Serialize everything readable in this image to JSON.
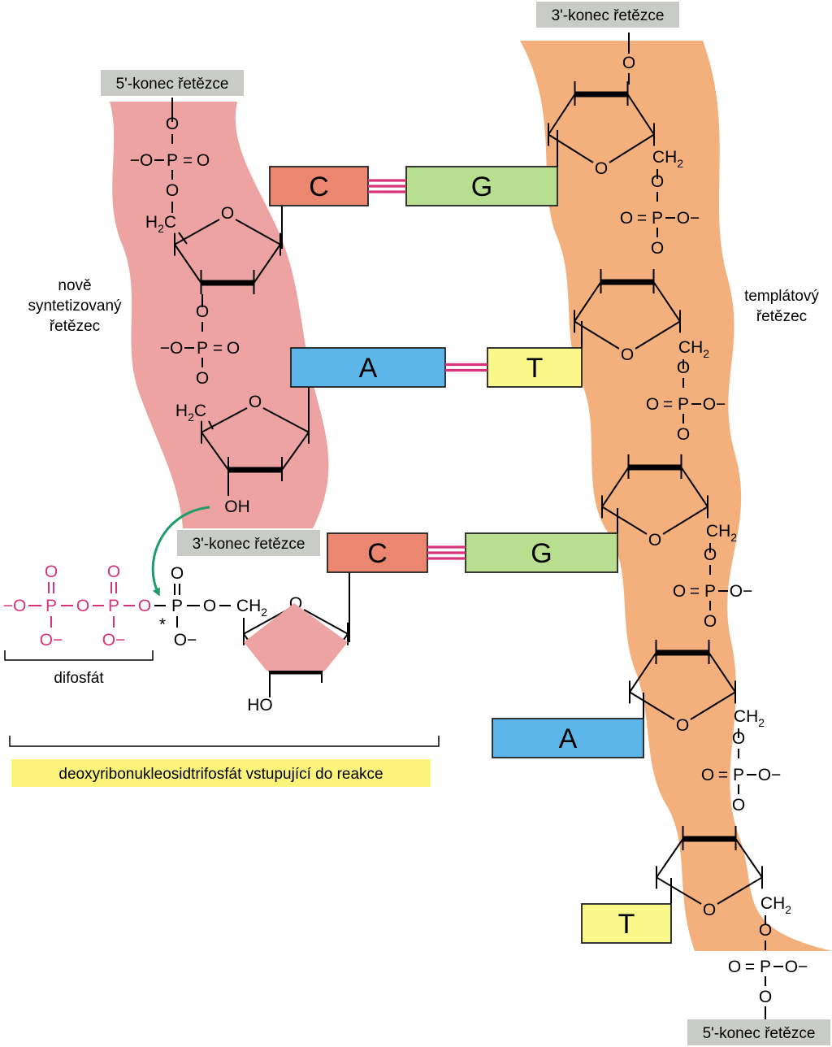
{
  "labels": {
    "new_strand_5_end": "5'-konec řetězce",
    "new_strand_3_end": "3'-konec řetězce",
    "template_3_end": "3'-konec řetězce",
    "template_5_end": "5'-konec řetězce",
    "new_strand_name_l1": "nově",
    "new_strand_name_l2": "syntetizovaný",
    "new_strand_name_l3": "řetězec",
    "template_name_l1": "templátový",
    "template_name_l2": "řetězec",
    "diphosphate": "difosfát",
    "incoming": "deoxyribonukleosidtrifosfát vstupující do reakce"
  },
  "atoms": {
    "O": "O",
    "P": "P",
    "OH": "OH",
    "HO": "HO",
    "H2C": "H",
    "CH2": "CH",
    "sub2": "2",
    "minus": "−",
    "eq": "=",
    "star": "*"
  },
  "base_pairs": [
    {
      "new": "C",
      "template": "G"
    },
    {
      "new": "A",
      "template": "T"
    },
    {
      "new": "C",
      "template": "G"
    }
  ],
  "unpaired_template_bases": [
    "A",
    "T"
  ],
  "colors": {
    "new_strand_bg": "#eea3a3",
    "template_bg": "#f3b07c",
    "C": "#eb8770",
    "G": "#b8de8f",
    "A": "#5cb6ea",
    "T": "#fbf88b",
    "hbond": "#d6337a",
    "arrow": "#1f9c6a",
    "end_label_bg": "#c9ccc6",
    "incoming_label_bg": "#fbf37a",
    "pyrophosphate": "#d6337a"
  }
}
